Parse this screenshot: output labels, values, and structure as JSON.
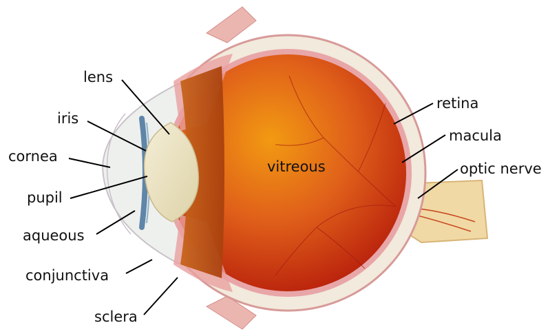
{
  "labels": {
    "lens": "lens",
    "iris": "iris",
    "cornea": "cornea",
    "pupil": "pupil",
    "aqueous": "aqueous",
    "conjunctiva": "conjunctiva",
    "sclera": "sclera",
    "retina": "retina",
    "macula": "macula",
    "optic_nerve": "optic nerve",
    "vitreous": "vitreous"
  },
  "colors": {
    "vitreous_center": "#f29a12",
    "vitreous_mid": "#e0601a",
    "vitreous_edge": "#b8200c",
    "sclera": "#f2eadc",
    "sclera_outline": "#d79a98",
    "retina_band": "#e8a6a8",
    "optic_nerve": "#f0d9a4",
    "lens": "#ece4c4",
    "iris": "#5f86a8",
    "muscle": "#eab4b0",
    "leader_line": "#000000"
  }
}
